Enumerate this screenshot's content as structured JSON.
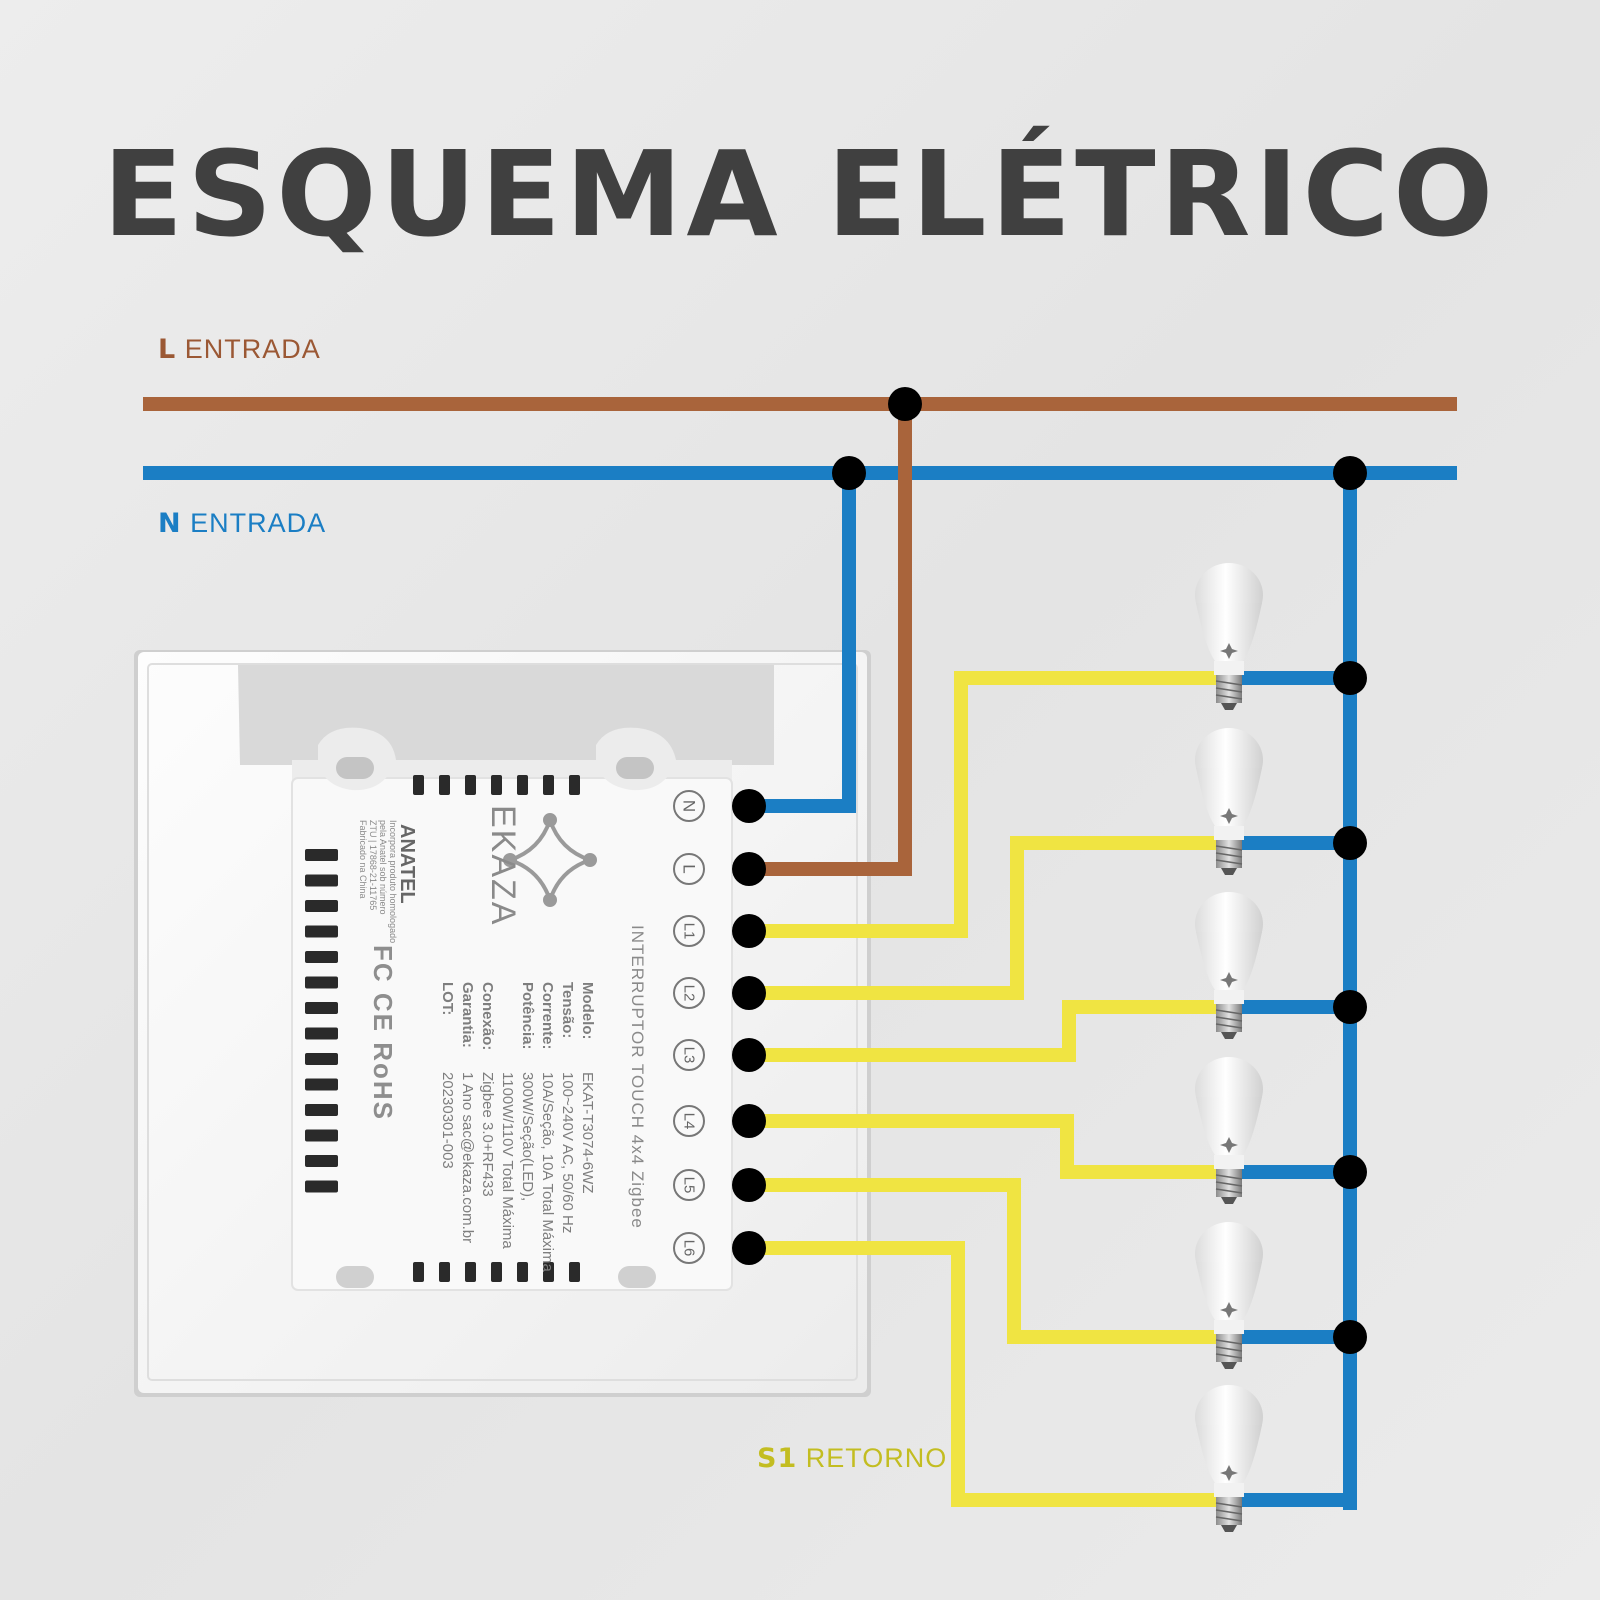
{
  "title": "ESQUEMA ELÉTRICO",
  "labels": {
    "l": {
      "code": "L",
      "text": "ENTRADA"
    },
    "n": {
      "code": "N",
      "text": "ENTRADA"
    },
    "s1": {
      "code": "S1",
      "text": "RETORNO"
    }
  },
  "terminals": [
    "N",
    "L",
    "L1",
    "L2",
    "L3",
    "L4",
    "L5",
    "L6"
  ],
  "device": {
    "brand": "EKAZA",
    "product": "INTERRUPTOR TOUCH 4x4 Zigbee",
    "specs": [
      {
        "k": "Modelo:",
        "v": "EKAT-T3074-6WZ"
      },
      {
        "k": "Tensão:",
        "v": "100~240V AC, 50/60 Hz"
      },
      {
        "k": "Corrente:",
        "v": "10A/Seção, 10A Total Máxima"
      },
      {
        "k": "Potência:",
        "v": "300W/Seção(LED),"
      },
      {
        "k": "",
        "v": "1100W/110V Total Máxima"
      },
      {
        "k": "Conexão:",
        "v": "Zigbee 3.0+RF433"
      },
      {
        "k": "Garantia:",
        "v": "1 Ano  sac@ekaza.com.br"
      },
      {
        "k": "LOT:",
        "v": "20230301-003"
      }
    ],
    "anatel": "ANATEL",
    "anatel_note": [
      "Incorpora produto homologado",
      "pela Anatel sob número",
      "ZTU | 17868-21-11765",
      "Fabricado na China"
    ],
    "marks": "FC CE RoHS"
  },
  "colors": {
    "live": "#a9643b",
    "neutral": "#1b7ec4",
    "return": "#f0e442",
    "node": "#000000",
    "title": "#404040"
  },
  "icons": [
    "light-bulb-icon",
    "ekaza-logo-icon",
    "anatel-logo-icon"
  ]
}
